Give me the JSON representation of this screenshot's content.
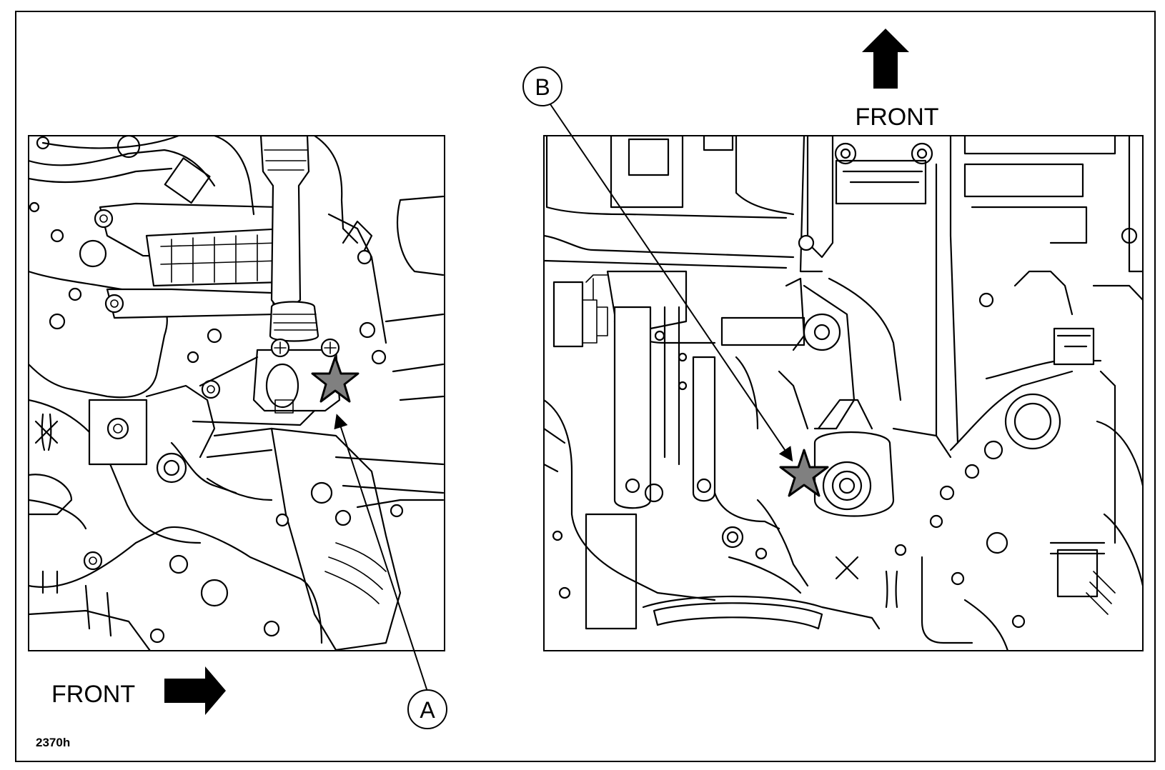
{
  "figure": {
    "code": "2370h",
    "left_panel": {
      "front_label": "FRONT",
      "front_arrow_direction": "right",
      "callout": {
        "label": "A"
      }
    },
    "right_panel": {
      "front_label": "FRONT",
      "front_arrow_direction": "up",
      "callout": {
        "label": "B"
      }
    },
    "colors": {
      "line": "#000000",
      "star_fill": "#808080",
      "background": "#ffffff"
    },
    "marker_icon": "star-icon"
  }
}
